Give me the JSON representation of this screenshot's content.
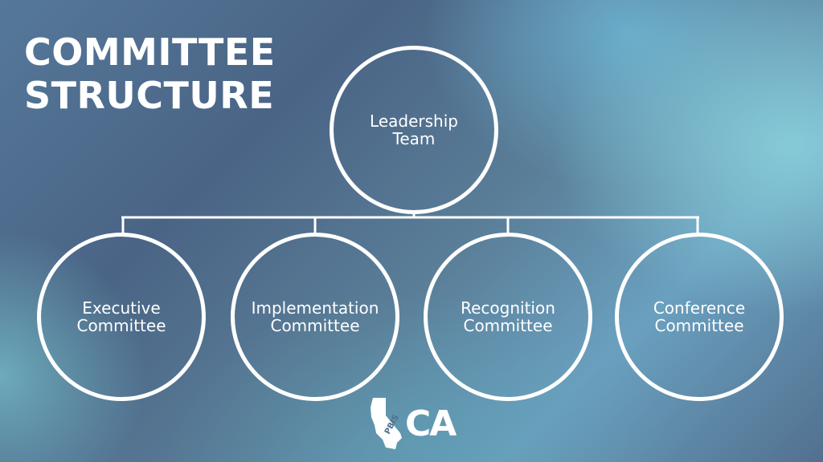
{
  "title": {
    "line1": "COMMITTEE",
    "line2": "STRUCTURE"
  },
  "org_chart": {
    "root": {
      "label": "Leadership\nTeam"
    },
    "children": [
      {
        "label": "Executive\nCommittee"
      },
      {
        "label": "Implementation\nCommittee"
      },
      {
        "label": "Recognition\nCommittee"
      },
      {
        "label": "Conference\nCommittee"
      }
    ]
  },
  "logo": {
    "icon": "california-state-icon",
    "state_text": "PBIS",
    "text": "CA"
  },
  "colors": {
    "foreground": "#ffffff",
    "background_dark": "#4a6485",
    "background_light": "#8cd2dc"
  }
}
